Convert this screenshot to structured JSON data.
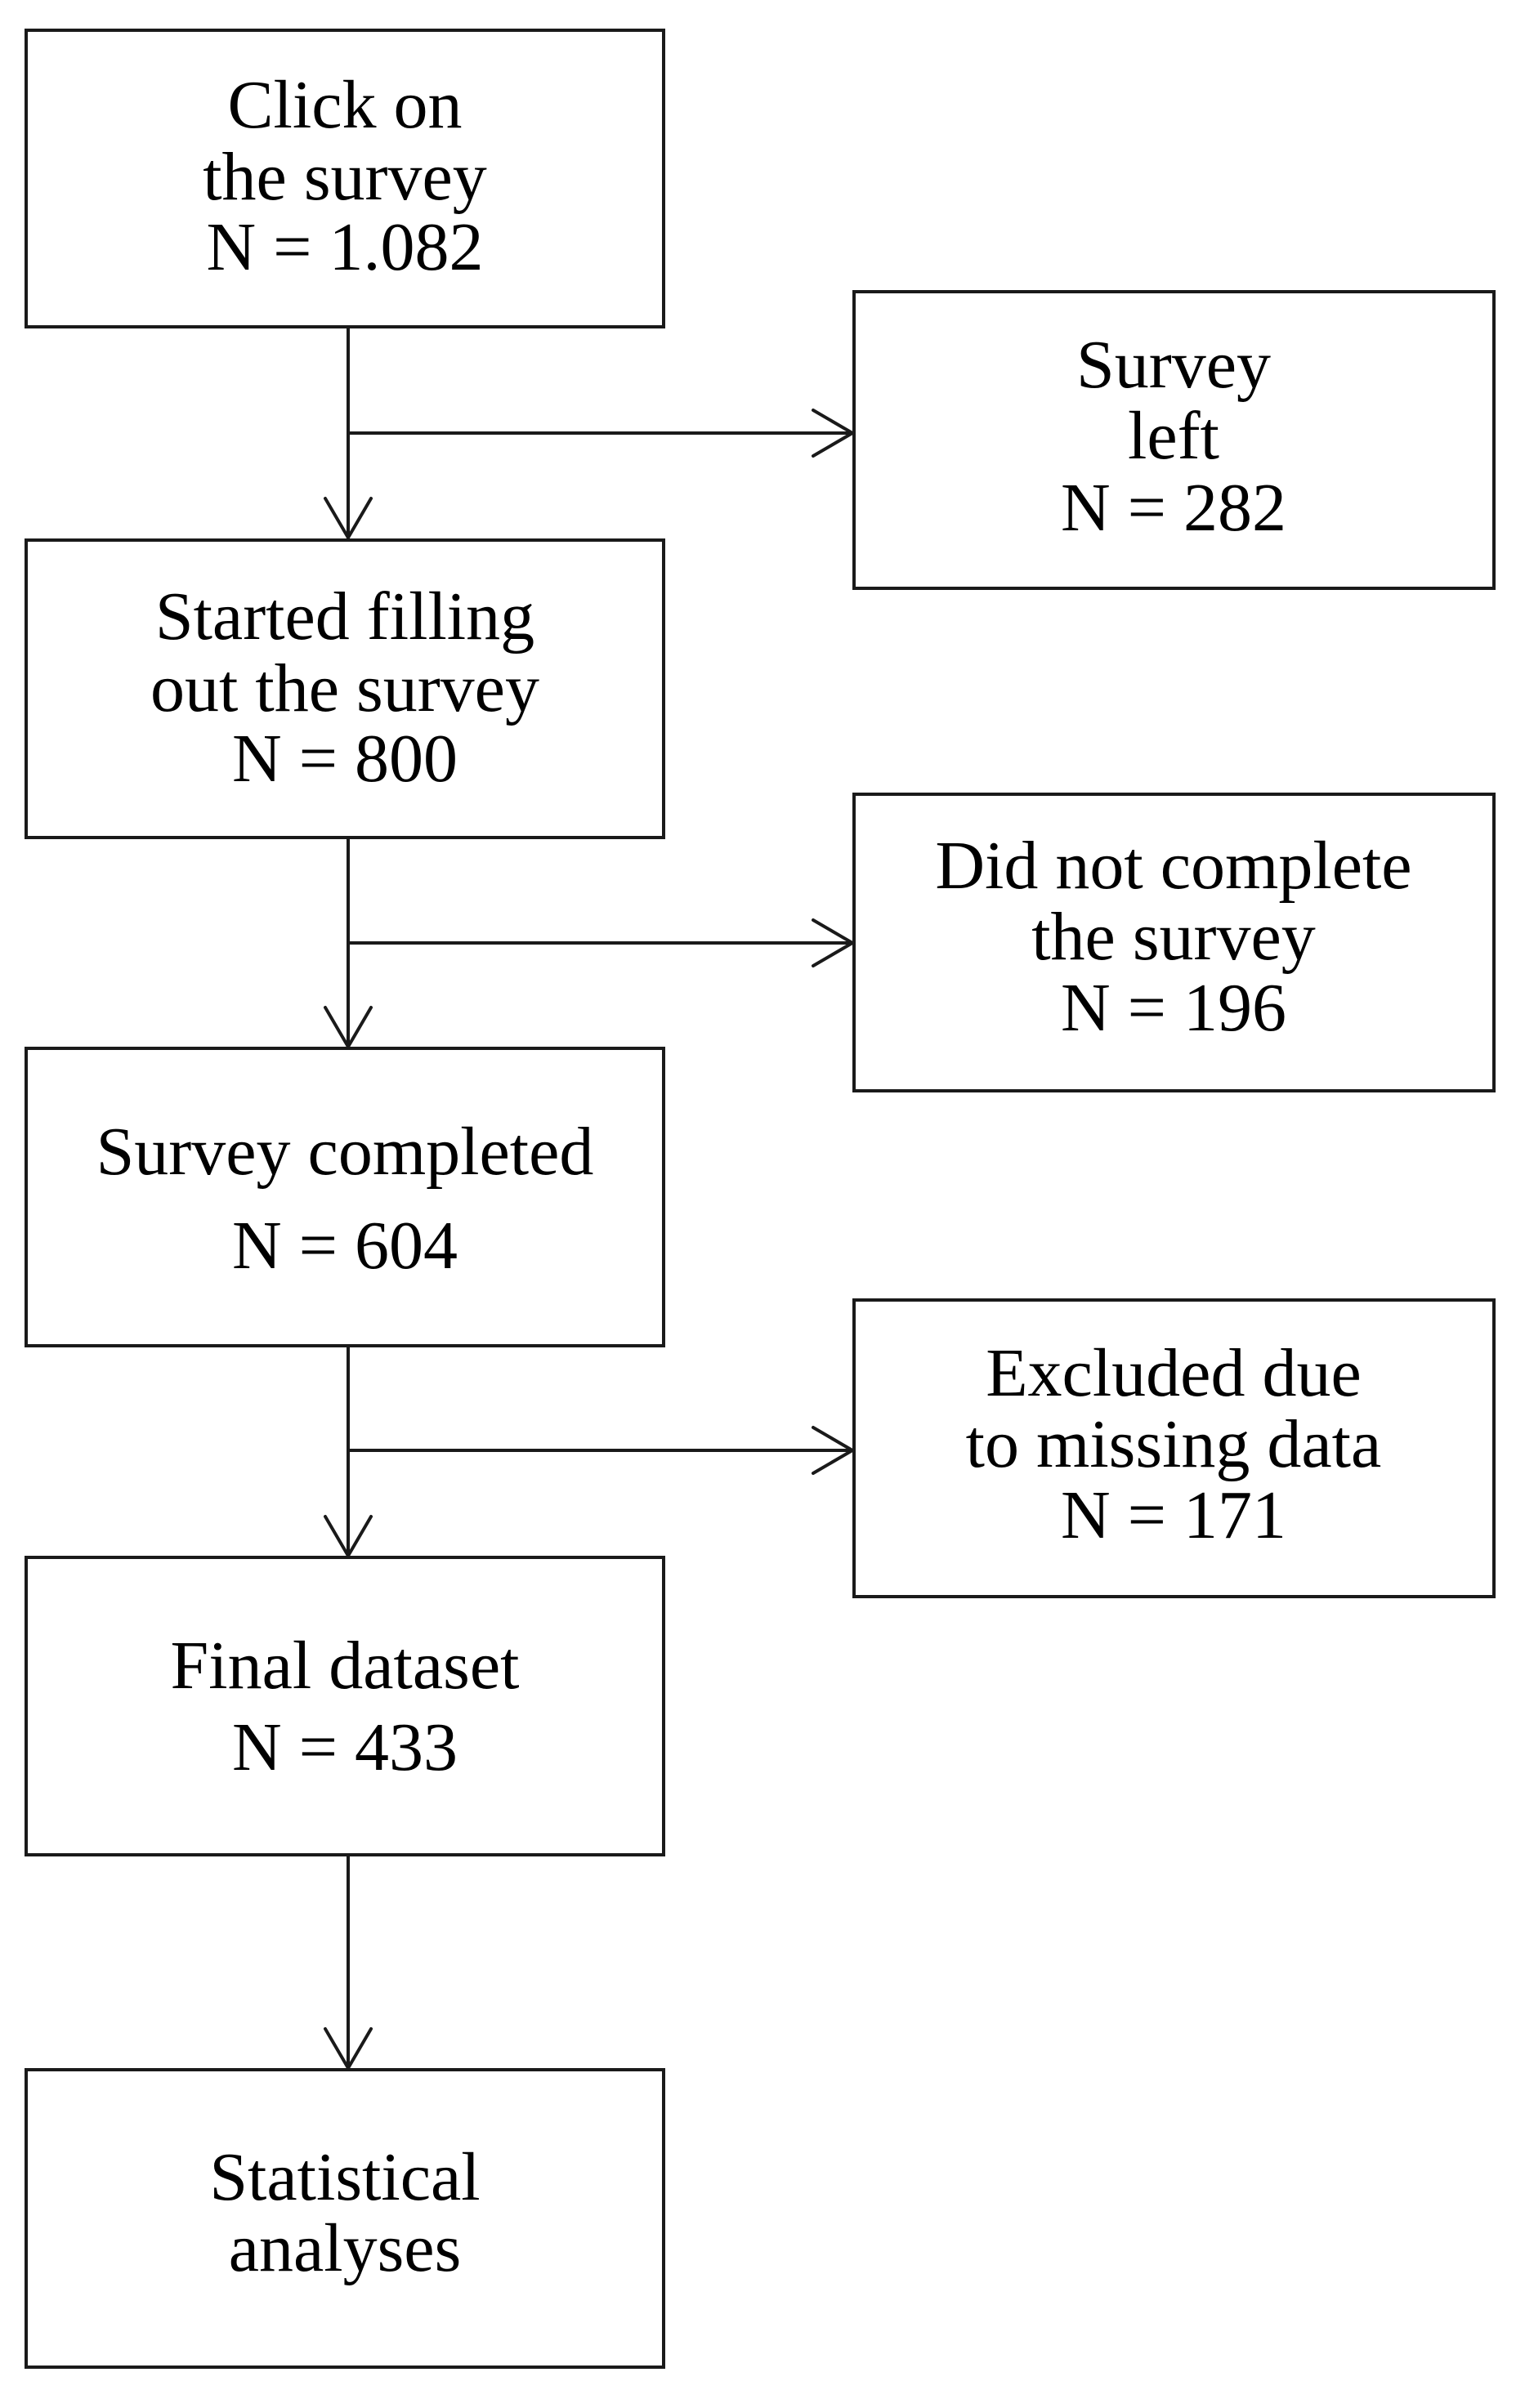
{
  "flowchart": {
    "main_steps": [
      {
        "lines": [
          "Click on",
          "the survey",
          "N = 1.082"
        ]
      },
      {
        "lines": [
          "Started filling",
          "out the survey",
          "N = 800"
        ]
      },
      {
        "lines": [
          "Survey completed",
          "N = 604"
        ]
      },
      {
        "lines": [
          "Final dataset",
          "N = 433"
        ]
      },
      {
        "lines": [
          "Statistical",
          "analyses"
        ]
      }
    ],
    "exclusions": [
      {
        "lines": [
          "Survey",
          "left",
          "N = 282"
        ]
      },
      {
        "lines": [
          "Did not complete",
          "the survey",
          "N = 196"
        ]
      },
      {
        "lines": [
          "Excluded due",
          "to missing data",
          "N = 171"
        ]
      }
    ]
  }
}
